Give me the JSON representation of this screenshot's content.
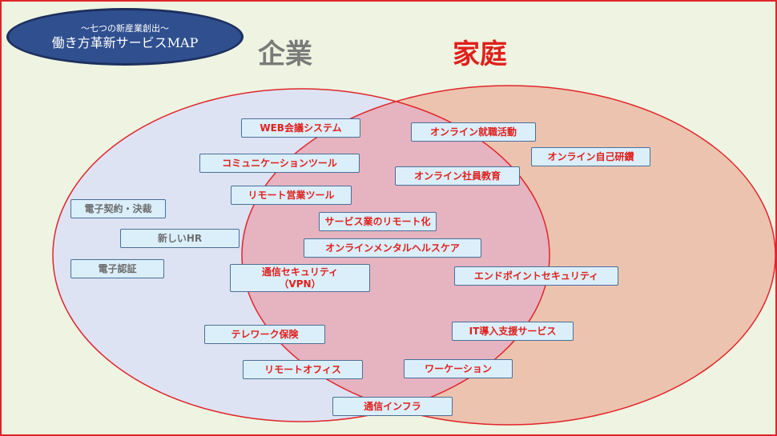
{
  "badge": {
    "subtitle": "〜七つの新産業創出〜",
    "title": "働き方革新サービスMAP"
  },
  "sets": {
    "company": "企業",
    "home": "家庭"
  },
  "colors": {
    "company_fill": "#dde3f3",
    "home_fill": "#ecc3ae",
    "overlap_fill": "#e6b3c0",
    "outline": "#e0262b",
    "badge": "#2f4f8f"
  },
  "items": [
    {
      "id": "web-conference-system",
      "text": "WEB会議システム"
    },
    {
      "id": "online-job-hunting",
      "text": "オンライン就職活動"
    },
    {
      "id": "online-self-study",
      "text": "オンライン自己研鑽"
    },
    {
      "id": "communication-tool",
      "text": "コミュニケーションツール"
    },
    {
      "id": "online-employee-education",
      "text": "オンライン社員教育"
    },
    {
      "id": "remote-sales-tool",
      "text": "リモート営業ツール"
    },
    {
      "id": "e-contract",
      "text": "電子契約・決裁"
    },
    {
      "id": "remote-service-industry",
      "text": "サービス業のリモート化"
    },
    {
      "id": "new-hr",
      "text": "新しいHR"
    },
    {
      "id": "online-mental-healthcare",
      "text": "オンラインメンタルヘルスケア"
    },
    {
      "id": "e-authentication",
      "text": "電子認証"
    },
    {
      "id": "communication-security",
      "text": "通信セキュリティ",
      "text2": "（VPN）"
    },
    {
      "id": "endpoint-security",
      "text": "エンドポイントセキュリティ"
    },
    {
      "id": "telework-insurance",
      "text": "テレワーク保険"
    },
    {
      "id": "it-introduction-support",
      "text": "IT導入支援サービス"
    },
    {
      "id": "remote-office",
      "text": "リモートオフィス"
    },
    {
      "id": "workation",
      "text": "ワーケーション"
    },
    {
      "id": "communication-infra",
      "text": "通信インフラ"
    }
  ]
}
